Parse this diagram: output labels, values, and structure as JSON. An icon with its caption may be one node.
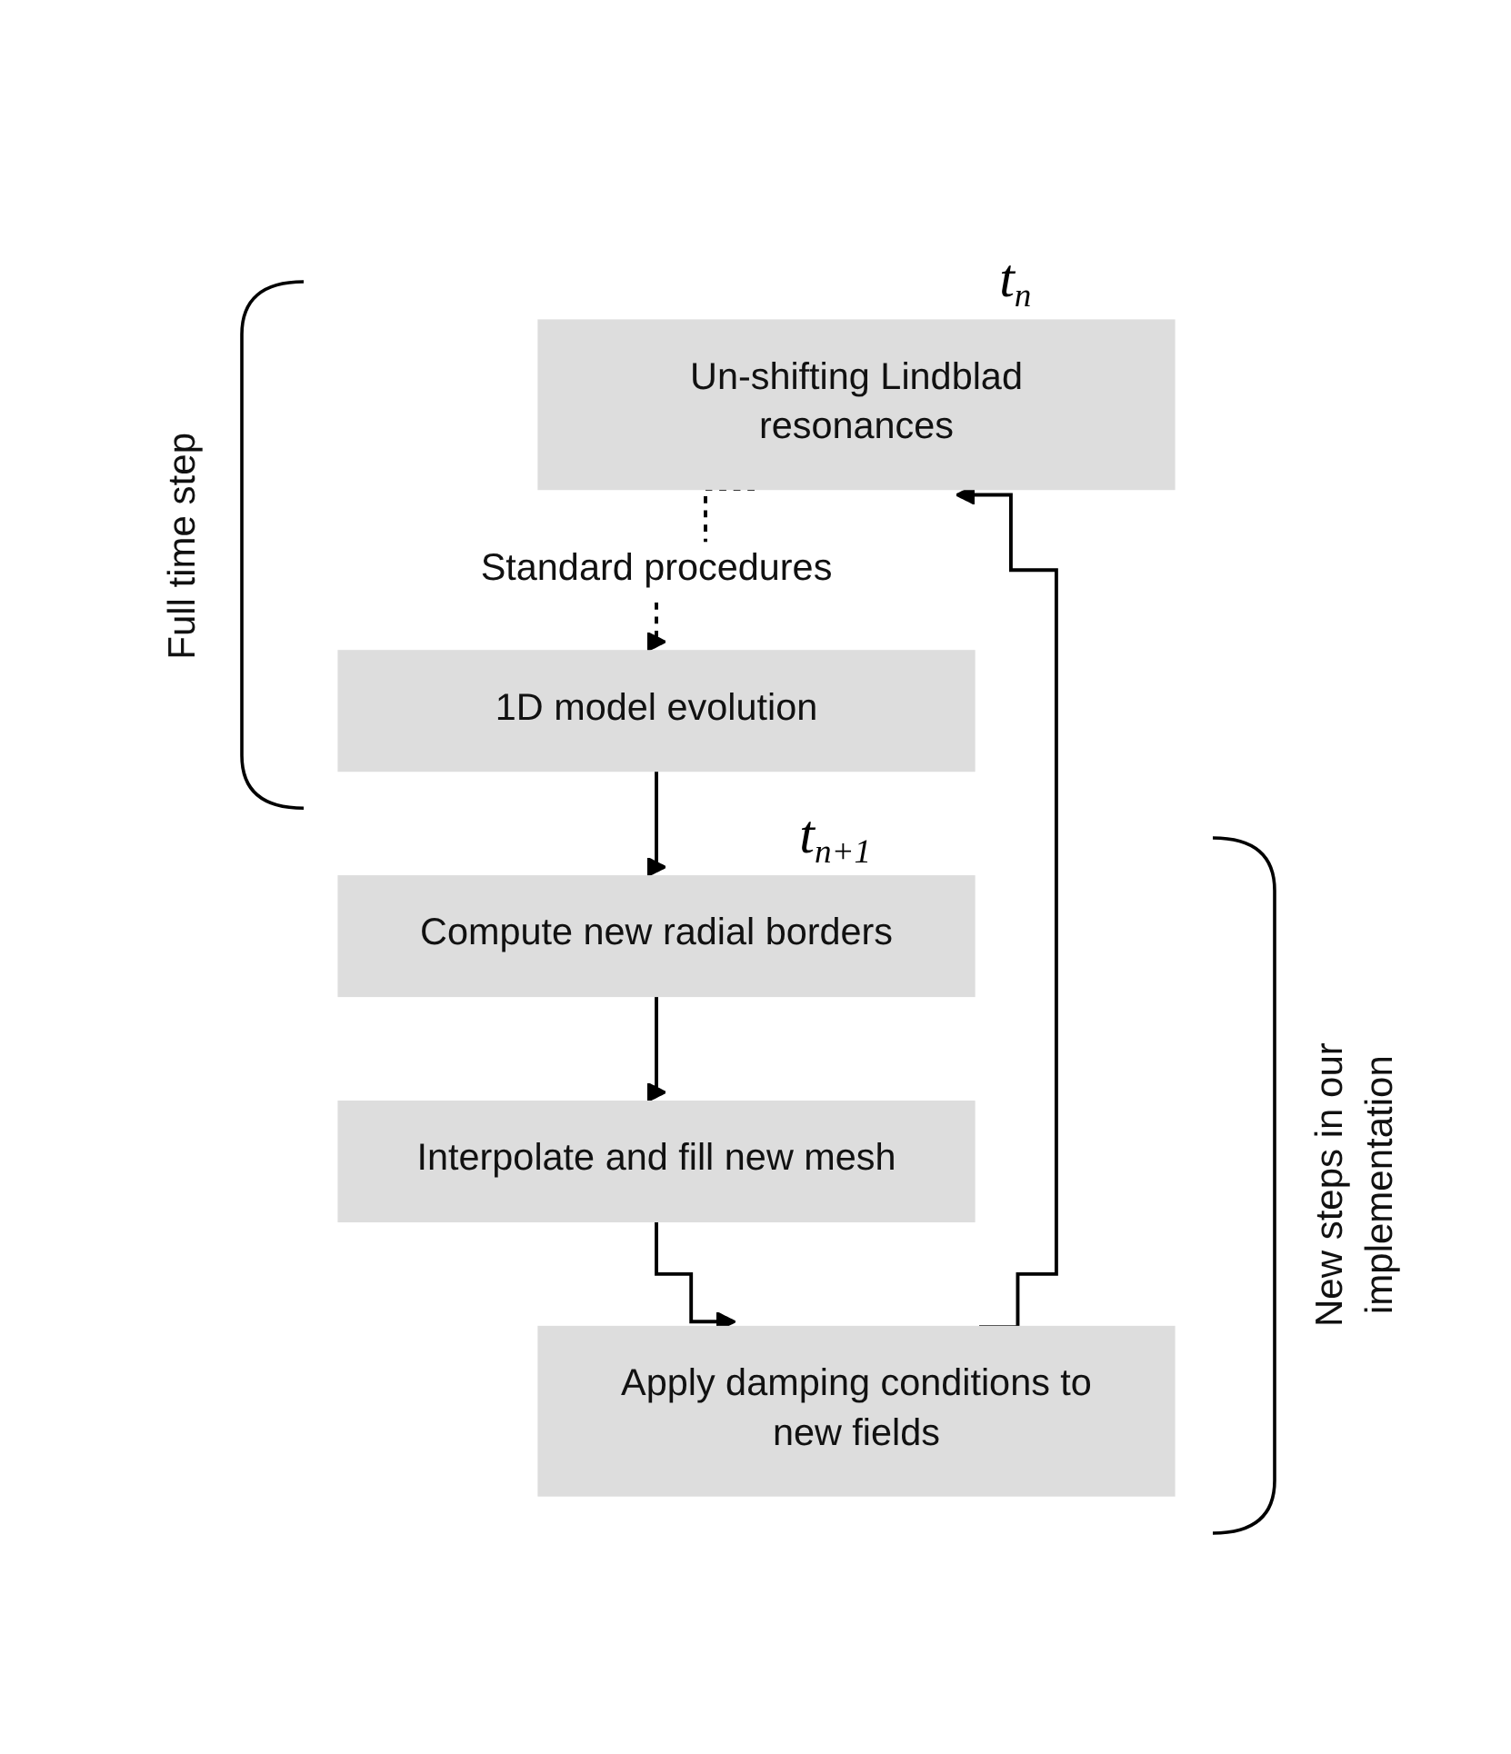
{
  "diagram": {
    "nodes": [
      {
        "text": [
          "Un-shifting Lindblad resonances"
        ]
      },
      {
        "text": [
          "1D model evolution"
        ]
      },
      {
        "text": [
          "Compute new radial borders"
        ]
      },
      {
        "text": [
          "Interpolate and fill new mesh"
        ]
      },
      {
        "text": [
          "Apply damping conditions to new fields"
        ]
      }
    ],
    "edges": [
      {
        "from": 0,
        "to": 1,
        "arrow": "to",
        "style": "dashed",
        "label": "Standard procedures"
      },
      {
        "from": 1,
        "to": 2,
        "arrow": "to"
      },
      {
        "from": 2,
        "to": 3,
        "arrow": "to"
      },
      {
        "from": 3,
        "to": 4,
        "arrow": "to"
      },
      {
        "from": 4,
        "to": 0,
        "arrow": "to"
      }
    ],
    "labels": [
      "t$_{n}$",
      "Full time step",
      "t$_{n+1}$",
      "New steps in our implementation"
    ]
  }
}
